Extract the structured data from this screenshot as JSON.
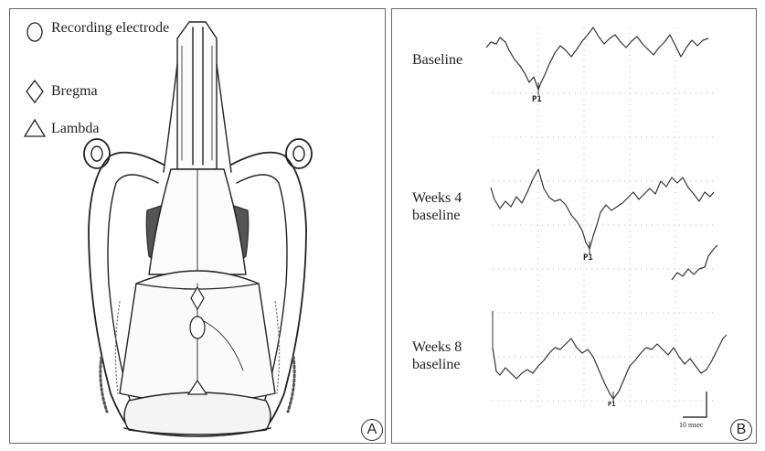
{
  "legend": {
    "recording_electrode": "Recording electrode",
    "bregma": "Bregma",
    "lambda": "Lambda"
  },
  "panel_labels": {
    "a": "A",
    "b": "B"
  },
  "traces": [
    {
      "label_line1": "Baseline",
      "label_line2": "",
      "peak_label": "P1"
    },
    {
      "label_line1": "Weeks 4",
      "label_line2": "baseline",
      "peak_label": "P1"
    },
    {
      "label_line1": "Weeks 8",
      "label_line2": "baseline",
      "peak_label": "P1"
    }
  ],
  "scale_bar": {
    "label": "10 msec"
  },
  "icons": {
    "recording_electrode": "ellipse-outline-icon",
    "bregma": "diamond-outline-icon",
    "lambda": "triangle-outline-icon"
  }
}
